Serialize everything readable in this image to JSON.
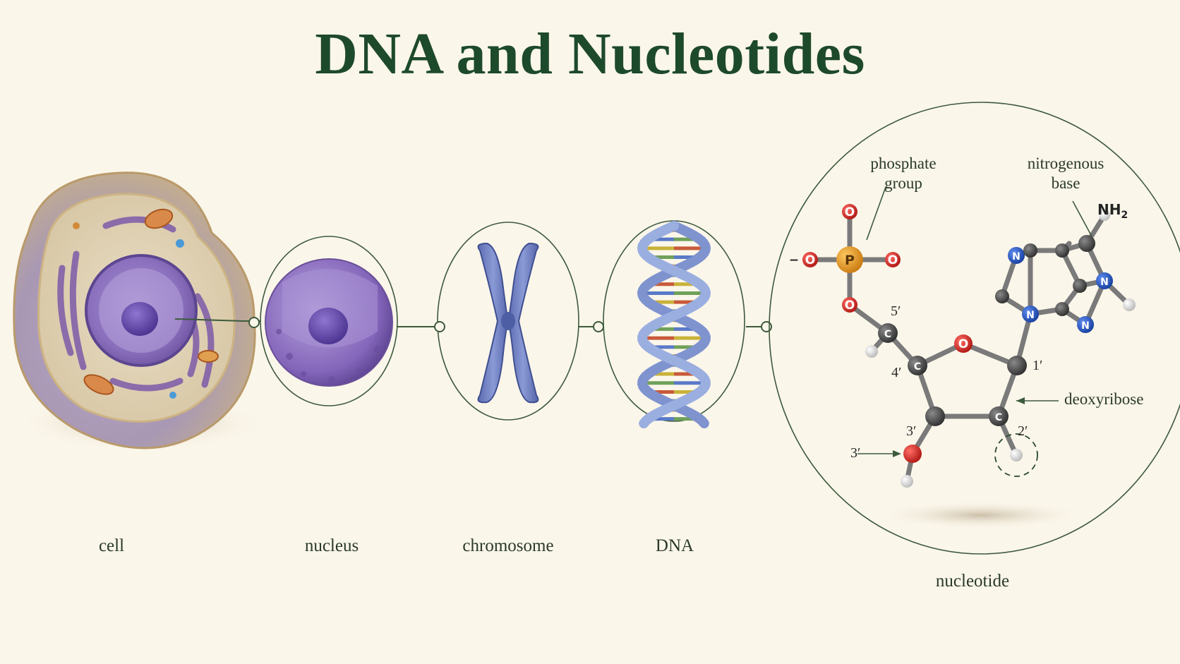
{
  "title": "DNA and Nucleotides",
  "stages": [
    {
      "label": "cell"
    },
    {
      "label": "nucleus"
    },
    {
      "label": "chromosome"
    },
    {
      "label": "DNA"
    },
    {
      "label": "nucleotide"
    }
  ],
  "molecule": {
    "phosphate_label": [
      "phosphate",
      "group"
    ],
    "base_label": [
      "nitrogenous",
      "base"
    ],
    "sugar_label": "deoxyribose",
    "amine": "NH",
    "amine_sub": "2",
    "phosphorus": "P",
    "oxygen": "O",
    "nitrogen": "N",
    "carbon": "C",
    "charge": "−",
    "positions": {
      "c5": "5′",
      "c4": "4′",
      "c3": "3′",
      "c2": "2′",
      "c1": "1′",
      "end3": "3′"
    }
  },
  "colors": {
    "title": "#1d4a2a",
    "background": "#fbf6ea",
    "outline": "#3c5a3c",
    "cell_purple": "#7a5aa8",
    "chromosome_blue": "#6f7fc0",
    "oxygen": "#c8201e",
    "phosphorus": "#e0961e",
    "nitrogen": "#1f4fbf",
    "carbon": "#444444",
    "hydrogen": "#e6e6e6"
  }
}
